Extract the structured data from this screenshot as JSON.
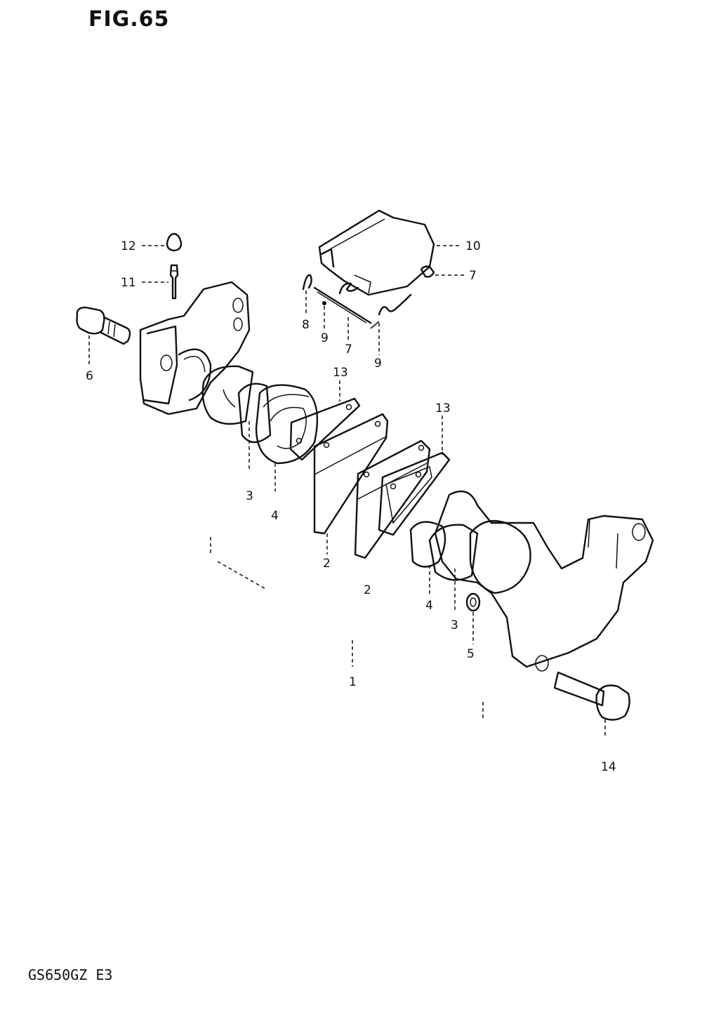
{
  "figure": {
    "title": "FIG.65",
    "model_code": "GS650GZ E3"
  },
  "callouts": {
    "c12": "12",
    "c11": "11",
    "c6": "6",
    "c10": "10",
    "c7a": "7",
    "c8": "8",
    "c9a": "9",
    "c7b": "7",
    "c9b": "9",
    "c13a": "13",
    "c13b": "13",
    "c3a": "3",
    "c4a": "4",
    "c2a": "2",
    "c2b": "2",
    "c4b": "4",
    "c3b": "3",
    "c5": "5",
    "c1": "1",
    "c14": "14"
  }
}
